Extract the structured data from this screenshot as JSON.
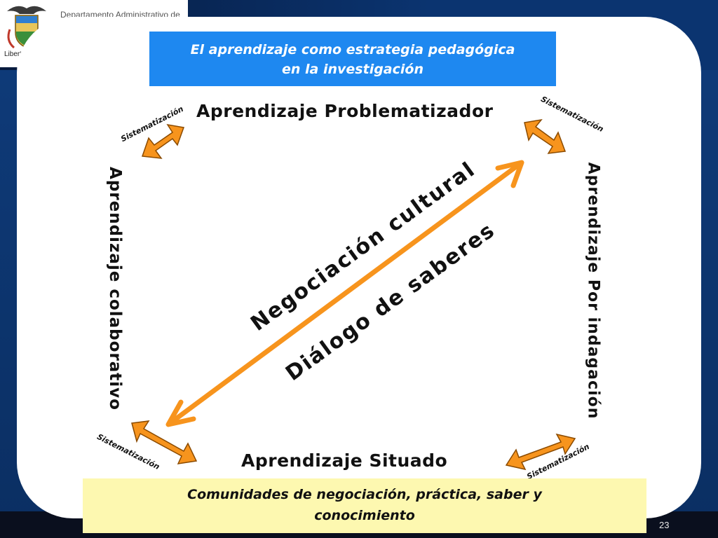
{
  "header": {
    "department_text": "Departamento Administrativo de",
    "libertad_text": "Libertad y"
  },
  "title": {
    "line1": "El aprendizaje como estrategia pedagógica",
    "line2": "en la investigación"
  },
  "diagram": {
    "top": "Aprendizaje Problematizador",
    "bottom": "Aprendizaje Situado",
    "left": "Aprendizaje colaborativo",
    "right": "Aprendizaje Por indagación",
    "diagonal_1": "Negociación cultural",
    "diagonal_2": "Diálogo de saberes",
    "sistematizacion": [
      "Sistematización",
      "Sistematización",
      "Sistematización",
      "Sistematización"
    ]
  },
  "footer_box": {
    "line1": "Comunidades de negociación, práctica, saber y",
    "line2": "conocimiento"
  },
  "slide_number": "23",
  "colors": {
    "title_bg": "#1e88f0",
    "arrow_orange": "#f7941d",
    "footer_bg": "#fdf8b0",
    "frame_blue": "#0b2f63"
  }
}
